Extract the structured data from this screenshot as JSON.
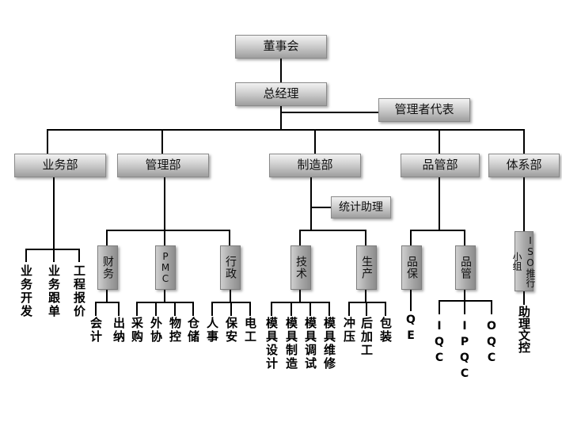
{
  "top": {
    "board": "董事会",
    "gm": "总经理",
    "rep": "管理者代表"
  },
  "departments": {
    "business": "业务部",
    "management": "管理部",
    "manufacturing": "制造部",
    "quality": "品管部",
    "system": "体系部"
  },
  "sub": {
    "stats": "统计助理",
    "finance": "财务",
    "pmc": "PMC",
    "admin": "行政",
    "tech": "技术",
    "production": "生产",
    "qa": "品保",
    "qc": "品管",
    "iso": "ISO推行小组"
  },
  "leaves": {
    "biz_dev": "业务开发",
    "biz_follow": "业务跟单",
    "quote": "工程报价",
    "accounting": "会计",
    "cashier": "出纳",
    "purchase": "采购",
    "outsource": "外协",
    "material": "物控",
    "warehouse": "仓储",
    "hr": "人事",
    "security": "保安",
    "electric": "电工",
    "mold_design": "模具设计",
    "mold_make": "模具制造",
    "mold_debug": "模具调试",
    "mold_repair": "模具维修",
    "stamping": "冲压",
    "post_process": "后加工",
    "packing": "包装",
    "qe": "QE",
    "iqc": "IQC",
    "ipqc": "IPQC",
    "oqc": "OQC",
    "doc_assist": "助理文控"
  }
}
